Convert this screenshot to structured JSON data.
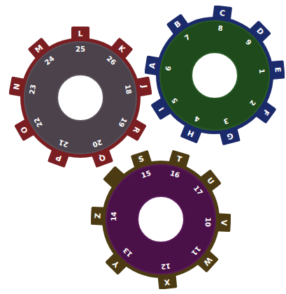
{
  "diagram": {
    "nodes": [
      {
        "text": [
          "L",
          "25",
          "K",
          "26",
          "J",
          "18",
          "R",
          "19",
          "Q",
          "20",
          "P",
          "21",
          "O",
          "22",
          "N",
          "23",
          "M",
          "24"
        ]
      },
      {
        "text": [
          "C",
          "8",
          "D",
          "9",
          "E",
          "1",
          "F",
          "2",
          "G",
          "3",
          "H",
          "4",
          "I",
          "5",
          "A",
          "6",
          "B",
          "7"
        ]
      },
      {
        "text": [
          "S",
          "15",
          "T",
          "16",
          "U",
          "17",
          "V",
          "10",
          "W",
          "11",
          "X",
          "12",
          "Y",
          "13",
          "Z",
          "14"
        ]
      }
    ]
  }
}
